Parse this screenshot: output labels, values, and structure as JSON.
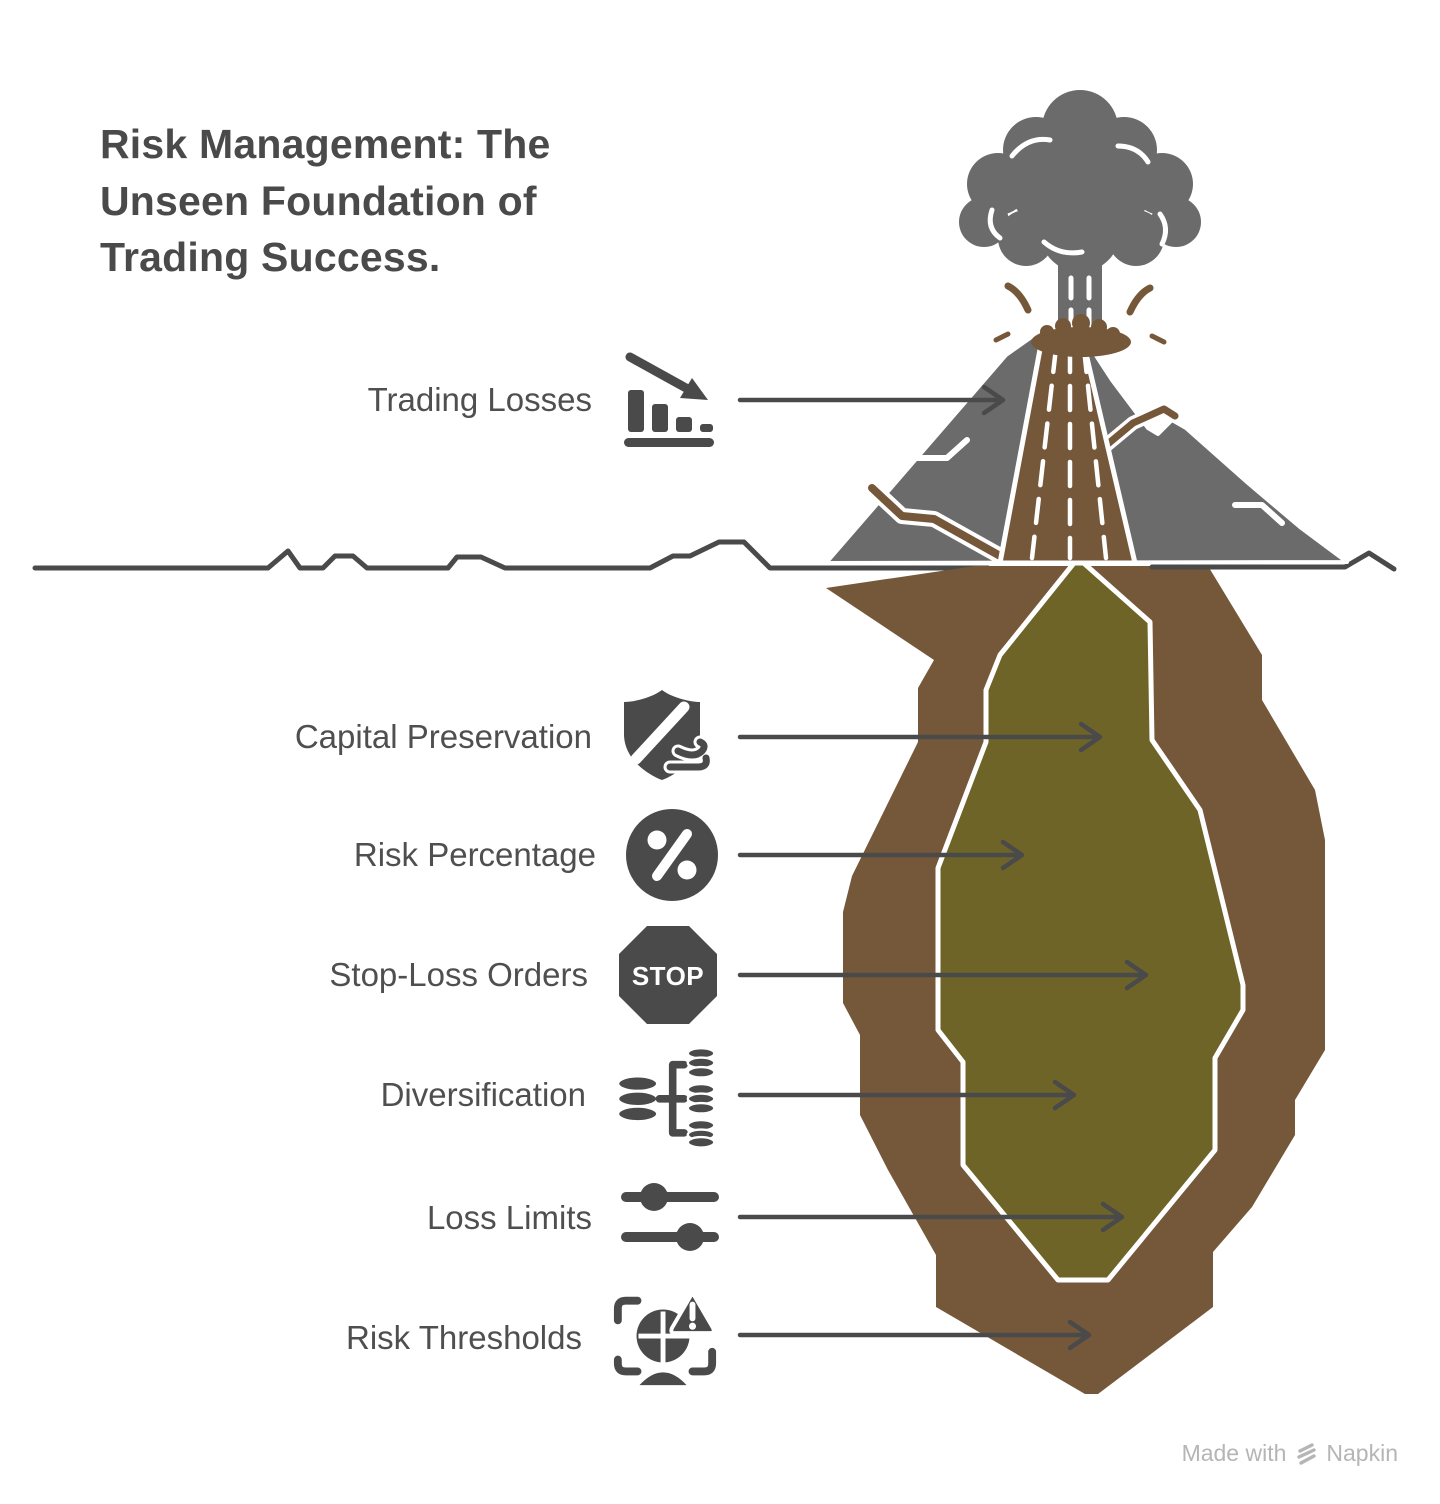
{
  "title": "Risk Management: The Unseen Foundation of Trading Success.",
  "callouts": [
    {
      "text": "Trading Losses",
      "icon": "declining-chart-icon",
      "section": "surface"
    },
    {
      "text": "Capital Preservation",
      "icon": "shield-wind-icon",
      "section": "foundation"
    },
    {
      "text": "Risk Percentage",
      "icon": "percentage-circle-icon",
      "section": "foundation"
    },
    {
      "text": "Stop-Loss Orders",
      "icon": "stop-sign-icon",
      "section": "foundation"
    },
    {
      "text": "Diversification",
      "icon": "asset-stacks-icon",
      "section": "foundation"
    },
    {
      "text": "Loss Limits",
      "icon": "sliders-icon",
      "section": "foundation"
    },
    {
      "text": "Risk Thresholds",
      "icon": "risk-gauge-warning-icon",
      "section": "foundation"
    }
  ],
  "stop_sign_text": "STOP",
  "footer": {
    "prefix": "Made with",
    "brand": "Napkin"
  },
  "colors": {
    "background": "#ffffff",
    "title_text": "#4a4a4a",
    "label_text": "#4f4f4f",
    "icon_dark": "#4a4a4a",
    "mountain_gray": "#6b6b6b",
    "smoke_gray": "#6b6b6b",
    "earth_brown": "#75573a",
    "magma_olive": "#6e6428",
    "ground_line": "#4a4a4a",
    "arrow": "#4a4a4a",
    "outline_white": "#ffffff",
    "footer_text": "#b5b5b5"
  }
}
